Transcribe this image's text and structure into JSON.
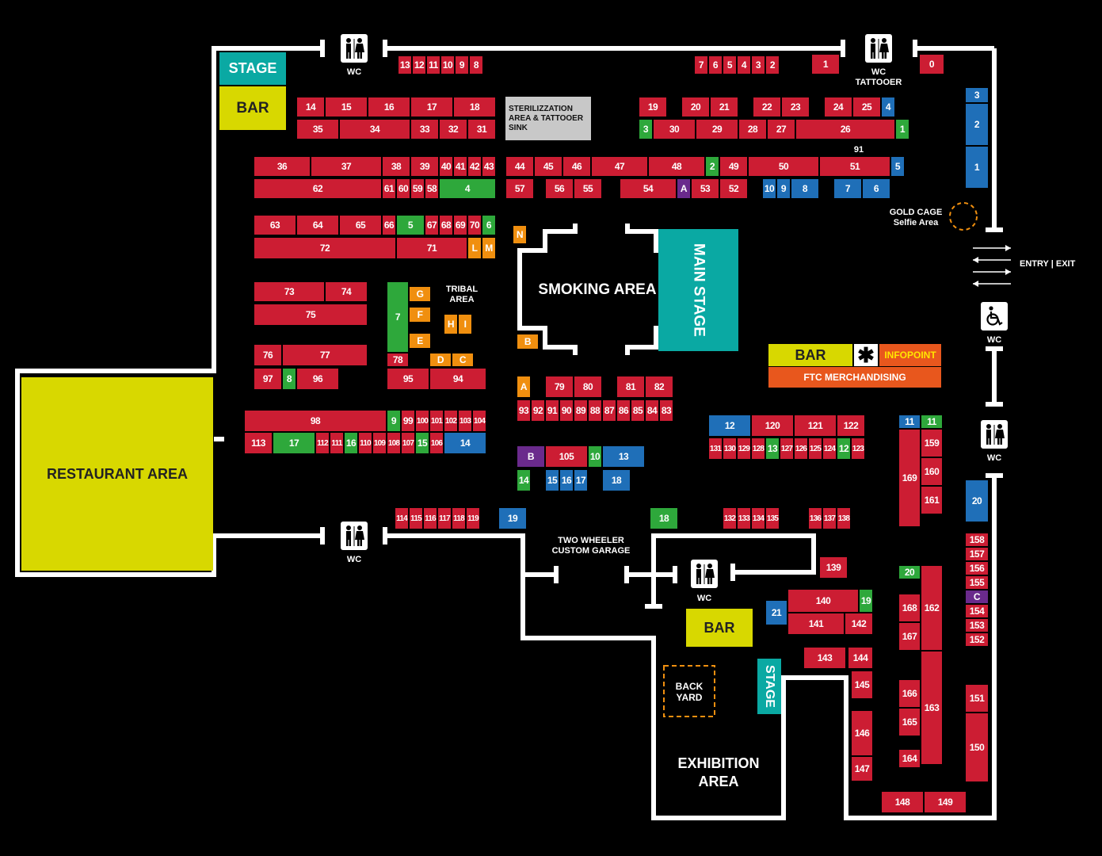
{
  "areas": {
    "restaurant": "RESTAURANT AREA",
    "stage_top": "STAGE",
    "bar_top": "BAR",
    "sterilization": "STERILIZZATION AREA & TATTOOER SINK",
    "smoking": "SMOKING AREA",
    "main_stage": "MAIN STAGE",
    "bar_right": "BAR",
    "infopoint": "INFOPOINT",
    "merch": "FTC MERCHANDISING",
    "bar_bottom": "BAR",
    "stage_bottom": "STAGE",
    "back_yard": "BACK YARD",
    "exhibition": "EXHIBITION AREA"
  },
  "labels": {
    "wc": "WC",
    "wc_tattooer": "WC TATTOOER",
    "tribal": "TRIBAL AREA",
    "gold_cage": "GOLD CAGE Selfie Area",
    "entry_exit": "ENTRY | EXIT",
    "two_wheeler": "TWO WHEELER CUSTOM GARAGE",
    "num_91": "91"
  },
  "colors": {
    "red": "#cc1d33",
    "green": "#2ea83b",
    "blue": "#1f6fb8",
    "orange": "#f08f0f",
    "purple": "#6a2a8c",
    "yellow": "#d8d800",
    "teal": "#0aa9a3",
    "merch_orange": "#e8571d"
  },
  "booths": [
    {
      "n": "13",
      "c": "red"
    },
    {
      "n": "12",
      "c": "red"
    },
    {
      "n": "11",
      "c": "red"
    },
    {
      "n": "10",
      "c": "red"
    },
    {
      "n": "9",
      "c": "red"
    },
    {
      "n": "8",
      "c": "red"
    },
    {
      "n": "7",
      "c": "red"
    },
    {
      "n": "6",
      "c": "red"
    },
    {
      "n": "5",
      "c": "red"
    },
    {
      "n": "4",
      "c": "red"
    },
    {
      "n": "3",
      "c": "red"
    },
    {
      "n": "2",
      "c": "red"
    },
    {
      "n": "1",
      "c": "red"
    },
    {
      "n": "0",
      "c": "red"
    },
    {
      "n": "14",
      "c": "red"
    },
    {
      "n": "15",
      "c": "red"
    },
    {
      "n": "16",
      "c": "red"
    },
    {
      "n": "17",
      "c": "red"
    },
    {
      "n": "18",
      "c": "red"
    },
    {
      "n": "35",
      "c": "red"
    },
    {
      "n": "34",
      "c": "red"
    },
    {
      "n": "33",
      "c": "red"
    },
    {
      "n": "32",
      "c": "red"
    },
    {
      "n": "31",
      "c": "red"
    },
    {
      "n": "19",
      "c": "red"
    },
    {
      "n": "20",
      "c": "red"
    },
    {
      "n": "21",
      "c": "red"
    },
    {
      "n": "22",
      "c": "red"
    },
    {
      "n": "23",
      "c": "red"
    },
    {
      "n": "24",
      "c": "red"
    },
    {
      "n": "25",
      "c": "red"
    },
    {
      "n": "4",
      "c": "blue"
    },
    {
      "n": "3",
      "c": "green"
    },
    {
      "n": "30",
      "c": "red"
    },
    {
      "n": "29",
      "c": "red"
    },
    {
      "n": "28",
      "c": "red"
    },
    {
      "n": "27",
      "c": "red"
    },
    {
      "n": "26",
      "c": "red"
    },
    {
      "n": "1",
      "c": "green"
    },
    {
      "n": "3",
      "c": "blue"
    },
    {
      "n": "2",
      "c": "blue"
    },
    {
      "n": "1",
      "c": "blue"
    },
    {
      "n": "36",
      "c": "red"
    },
    {
      "n": "37",
      "c": "red"
    },
    {
      "n": "38",
      "c": "red"
    },
    {
      "n": "39",
      "c": "red"
    },
    {
      "n": "40",
      "c": "red"
    },
    {
      "n": "41",
      "c": "red"
    },
    {
      "n": "42",
      "c": "red"
    },
    {
      "n": "43",
      "c": "red"
    },
    {
      "n": "44",
      "c": "red"
    },
    {
      "n": "45",
      "c": "red"
    },
    {
      "n": "46",
      "c": "red"
    },
    {
      "n": "47",
      "c": "red"
    },
    {
      "n": "48",
      "c": "red"
    },
    {
      "n": "2",
      "c": "green"
    },
    {
      "n": "49",
      "c": "red"
    },
    {
      "n": "50",
      "c": "red"
    },
    {
      "n": "51",
      "c": "red"
    },
    {
      "n": "5",
      "c": "blue"
    },
    {
      "n": "62",
      "c": "red"
    },
    {
      "n": "61",
      "c": "red"
    },
    {
      "n": "60",
      "c": "red"
    },
    {
      "n": "59",
      "c": "red"
    },
    {
      "n": "58",
      "c": "red"
    },
    {
      "n": "4",
      "c": "green"
    },
    {
      "n": "57",
      "c": "red"
    },
    {
      "n": "56",
      "c": "red"
    },
    {
      "n": "55",
      "c": "red"
    },
    {
      "n": "54",
      "c": "red"
    },
    {
      "n": "A",
      "c": "purple"
    },
    {
      "n": "53",
      "c": "red"
    },
    {
      "n": "52",
      "c": "red"
    },
    {
      "n": "10",
      "c": "blue"
    },
    {
      "n": "9",
      "c": "blue"
    },
    {
      "n": "8",
      "c": "blue"
    },
    {
      "n": "7",
      "c": "blue"
    },
    {
      "n": "6",
      "c": "blue"
    },
    {
      "n": "63",
      "c": "red"
    },
    {
      "n": "64",
      "c": "red"
    },
    {
      "n": "65",
      "c": "red"
    },
    {
      "n": "66",
      "c": "red"
    },
    {
      "n": "5",
      "c": "green"
    },
    {
      "n": "67",
      "c": "red"
    },
    {
      "n": "68",
      "c": "red"
    },
    {
      "n": "69",
      "c": "red"
    },
    {
      "n": "70",
      "c": "red"
    },
    {
      "n": "6",
      "c": "green"
    },
    {
      "n": "72",
      "c": "red"
    },
    {
      "n": "71",
      "c": "red"
    },
    {
      "n": "L",
      "c": "orange"
    },
    {
      "n": "M",
      "c": "orange"
    },
    {
      "n": "N",
      "c": "orange"
    },
    {
      "n": "73",
      "c": "red"
    },
    {
      "n": "74",
      "c": "red"
    },
    {
      "n": "75",
      "c": "red"
    },
    {
      "n": "7",
      "c": "green"
    },
    {
      "n": "G",
      "c": "orange"
    },
    {
      "n": "F",
      "c": "orange"
    },
    {
      "n": "E",
      "c": "orange"
    },
    {
      "n": "H",
      "c": "orange"
    },
    {
      "n": "I",
      "c": "orange"
    },
    {
      "n": "76",
      "c": "red"
    },
    {
      "n": "77",
      "c": "red"
    },
    {
      "n": "97",
      "c": "red"
    },
    {
      "n": "8",
      "c": "green"
    },
    {
      "n": "96",
      "c": "red"
    },
    {
      "n": "78",
      "c": "red"
    },
    {
      "n": "D",
      "c": "orange"
    },
    {
      "n": "C",
      "c": "orange"
    },
    {
      "n": "95",
      "c": "red"
    },
    {
      "n": "94",
      "c": "red"
    },
    {
      "n": "B",
      "c": "orange"
    },
    {
      "n": "A",
      "c": "orange"
    },
    {
      "n": "79",
      "c": "red"
    },
    {
      "n": "80",
      "c": "red"
    },
    {
      "n": "81",
      "c": "red"
    },
    {
      "n": "82",
      "c": "red"
    },
    {
      "n": "93",
      "c": "red"
    },
    {
      "n": "92",
      "c": "red"
    },
    {
      "n": "91",
      "c": "red"
    },
    {
      "n": "90",
      "c": "red"
    },
    {
      "n": "89",
      "c": "red"
    },
    {
      "n": "88",
      "c": "red"
    },
    {
      "n": "87",
      "c": "red"
    },
    {
      "n": "86",
      "c": "red"
    },
    {
      "n": "85",
      "c": "red"
    },
    {
      "n": "84",
      "c": "red"
    },
    {
      "n": "83",
      "c": "red"
    },
    {
      "n": "98",
      "c": "red"
    },
    {
      "n": "9",
      "c": "green"
    },
    {
      "n": "99",
      "c": "red"
    },
    {
      "n": "100",
      "c": "red"
    },
    {
      "n": "101",
      "c": "red"
    },
    {
      "n": "102",
      "c": "red"
    },
    {
      "n": "103",
      "c": "red"
    },
    {
      "n": "104",
      "c": "red"
    },
    {
      "n": "113",
      "c": "red"
    },
    {
      "n": "17",
      "c": "green"
    },
    {
      "n": "112",
      "c": "red"
    },
    {
      "n": "111",
      "c": "red"
    },
    {
      "n": "16",
      "c": "green"
    },
    {
      "n": "110",
      "c": "red"
    },
    {
      "n": "109",
      "c": "red"
    },
    {
      "n": "108",
      "c": "red"
    },
    {
      "n": "107",
      "c": "red"
    },
    {
      "n": "15",
      "c": "green"
    },
    {
      "n": "106",
      "c": "red"
    },
    {
      "n": "14",
      "c": "blue"
    },
    {
      "n": "B",
      "c": "purple"
    },
    {
      "n": "105",
      "c": "red"
    },
    {
      "n": "10",
      "c": "green"
    },
    {
      "n": "13",
      "c": "blue"
    },
    {
      "n": "14",
      "c": "green"
    },
    {
      "n": "15",
      "c": "blue"
    },
    {
      "n": "16",
      "c": "blue"
    },
    {
      "n": "17",
      "c": "blue"
    },
    {
      "n": "18",
      "c": "blue"
    },
    {
      "n": "12",
      "c": "blue"
    },
    {
      "n": "120",
      "c": "red"
    },
    {
      "n": "121",
      "c": "red"
    },
    {
      "n": "122",
      "c": "red"
    },
    {
      "n": "131",
      "c": "red"
    },
    {
      "n": "130",
      "c": "red"
    },
    {
      "n": "129",
      "c": "red"
    },
    {
      "n": "128",
      "c": "red"
    },
    {
      "n": "13",
      "c": "green"
    },
    {
      "n": "127",
      "c": "red"
    },
    {
      "n": "126",
      "c": "red"
    },
    {
      "n": "125",
      "c": "red"
    },
    {
      "n": "124",
      "c": "red"
    },
    {
      "n": "12",
      "c": "green"
    },
    {
      "n": "123",
      "c": "red"
    },
    {
      "n": "11",
      "c": "blue"
    },
    {
      "n": "11",
      "c": "green"
    },
    {
      "n": "159",
      "c": "red"
    },
    {
      "n": "169",
      "c": "red"
    },
    {
      "n": "160",
      "c": "red"
    },
    {
      "n": "161",
      "c": "red"
    },
    {
      "n": "20",
      "c": "blue"
    },
    {
      "n": "114",
      "c": "red"
    },
    {
      "n": "115",
      "c": "red"
    },
    {
      "n": "116",
      "c": "red"
    },
    {
      "n": "117",
      "c": "red"
    },
    {
      "n": "118",
      "c": "red"
    },
    {
      "n": "119",
      "c": "red"
    },
    {
      "n": "19",
      "c": "blue"
    },
    {
      "n": "18",
      "c": "green"
    },
    {
      "n": "132",
      "c": "red"
    },
    {
      "n": "133",
      "c": "red"
    },
    {
      "n": "134",
      "c": "red"
    },
    {
      "n": "135",
      "c": "red"
    },
    {
      "n": "136",
      "c": "red"
    },
    {
      "n": "137",
      "c": "red"
    },
    {
      "n": "138",
      "c": "red"
    },
    {
      "n": "139",
      "c": "red"
    },
    {
      "n": "158",
      "c": "red"
    },
    {
      "n": "157",
      "c": "red"
    },
    {
      "n": "156",
      "c": "red"
    },
    {
      "n": "155",
      "c": "red"
    },
    {
      "n": "C",
      "c": "purple"
    },
    {
      "n": "154",
      "c": "red"
    },
    {
      "n": "153",
      "c": "red"
    },
    {
      "n": "152",
      "c": "red"
    },
    {
      "n": "20",
      "c": "green"
    },
    {
      "n": "168",
      "c": "red"
    },
    {
      "n": "162",
      "c": "red"
    },
    {
      "n": "167",
      "c": "red"
    },
    {
      "n": "140",
      "c": "red"
    },
    {
      "n": "19",
      "c": "green"
    },
    {
      "n": "21",
      "c": "blue"
    },
    {
      "n": "141",
      "c": "red"
    },
    {
      "n": "142",
      "c": "red"
    },
    {
      "n": "143",
      "c": "red"
    },
    {
      "n": "144",
      "c": "red"
    },
    {
      "n": "145",
      "c": "red"
    },
    {
      "n": "146",
      "c": "red"
    },
    {
      "n": "147",
      "c": "red"
    },
    {
      "n": "166",
      "c": "red"
    },
    {
      "n": "165",
      "c": "red"
    },
    {
      "n": "163",
      "c": "red"
    },
    {
      "n": "164",
      "c": "red"
    },
    {
      "n": "151",
      "c": "red"
    },
    {
      "n": "150",
      "c": "red"
    },
    {
      "n": "148",
      "c": "red"
    },
    {
      "n": "149",
      "c": "red"
    }
  ]
}
